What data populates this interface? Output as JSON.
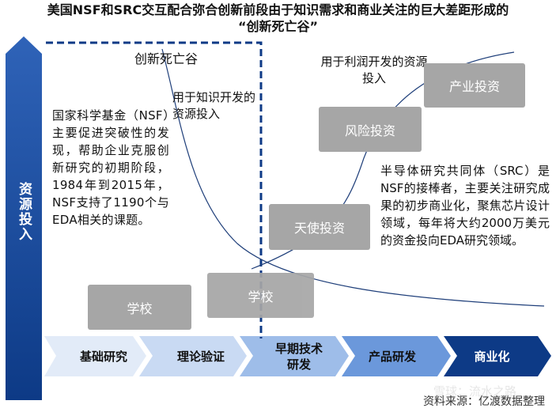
{
  "title": {
    "line1": "美国NSF和SRC交互配合弥合创新前段由于知识需求和商业关注的巨大差距形成的",
    "line2": "“创新死亡谷”"
  },
  "y_axis_label": "资源投入",
  "death_valley_label": "创新死亡谷",
  "knowledge_label": "用于知识开发的资源投入",
  "profit_label": "用于利润开发的资源投入",
  "nsf_text": "国家科学基金（NSF）主要促进突破性的发现，帮助企业克服创新研究的初期阶段，1984年到2015年，NSF支持了1190个与EDA相关的课题。",
  "src_text": "半导体研究共同体（SRC）是NSF的接棒者，主要关注研究成果的初步商业化，聚焦芯片设计领域，每年将大约2000万美元的资金投向EDA研究领域。",
  "boxes": {
    "school1": "学校",
    "school2": "学校",
    "angel": "天使投资",
    "venture": "风险投资",
    "industry": "产业投资"
  },
  "stages": [
    {
      "label": "基础研究"
    },
    {
      "label": "理论验证"
    },
    {
      "label": "早期技术研发"
    },
    {
      "label": "产品研发"
    },
    {
      "label": "商业化"
    }
  ],
  "source": "资料来源：亿渡数据整理",
  "watermark": "雪球：流水之路",
  "colors": {
    "axis_dark": "#0d3a86",
    "stage_light": "#dbe8f7",
    "stage_mid": "#a7c4ec",
    "stage_dark": "#0d3a86",
    "box_gray": "#a6a6a6",
    "curve": "#1f3f7a"
  }
}
